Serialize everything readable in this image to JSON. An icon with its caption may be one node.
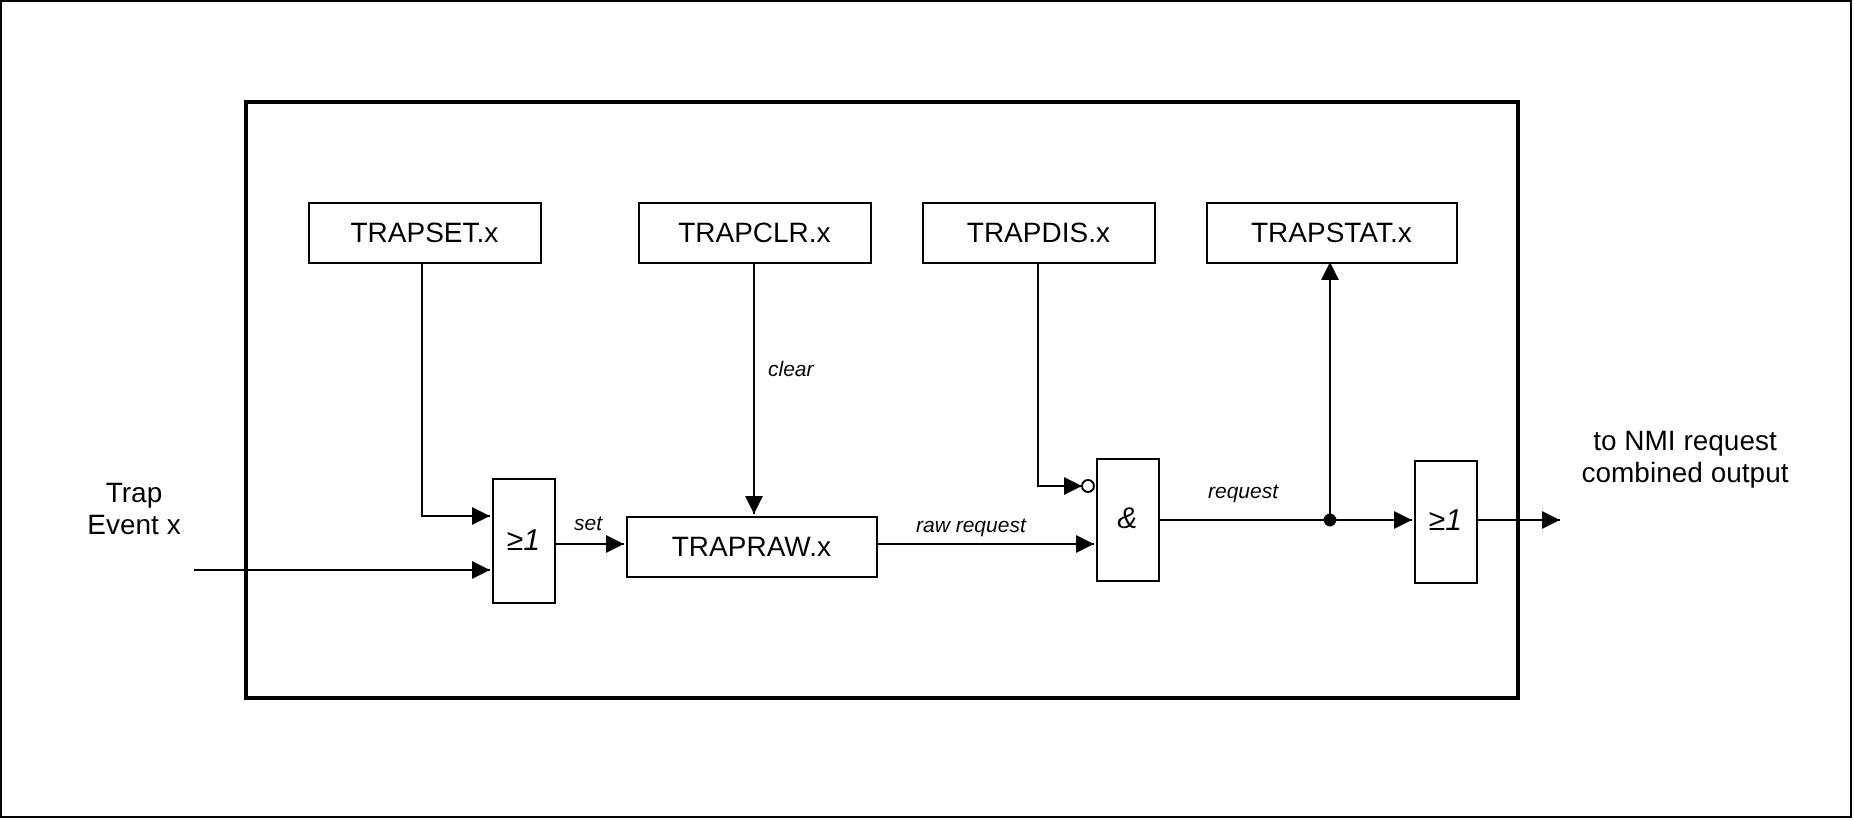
{
  "diagram": {
    "nodes": [
      {
        "text": [],
        "shape": "box"
      },
      {
        "text": [
          "TRAPSET.x"
        ],
        "in": 0
      },
      {
        "text": [
          "TRAPCLR.x"
        ],
        "in": 0
      },
      {
        "text": [
          "TRAPDIS.x"
        ],
        "in": 0
      },
      {
        "text": [
          "TRAPSTAT.x"
        ],
        "in": 0
      },
      {
        "text": [
          "≥*1*"
        ],
        "in": 0
      },
      {
        "text": [
          "TRAPRAW.x"
        ],
        "in": 0
      },
      {
        "text": [
          "*&*"
        ],
        "in": 0
      },
      {
        "text": [
          "≥*1*"
        ],
        "in": 0
      },
      {
        "text": [
          "Trap Event x"
        ]
      },
      {
        "text": [
          "to NMI request combined output"
        ]
      }
    ],
    "edges": [
      {
        "from": 1,
        "to": 5,
        "arrow": "to"
      },
      {
        "from": 9,
        "to": 5,
        "arrow": "to"
      },
      {
        "from": 5,
        "to": 6,
        "label": "set",
        "arrow": "to"
      },
      {
        "from": 2,
        "to": 6,
        "label": "clear",
        "arrow": "to"
      },
      {
        "from": 6,
        "to": 7,
        "label": "raw request",
        "arrow": "to"
      },
      {
        "from": 3,
        "to": 7,
        "arrow": "to"
      },
      {
        "from": 7,
        "to": 8,
        "label": "request",
        "arrow": "to"
      },
      {
        "from": 7,
        "to": 4,
        "arrow": "to"
      },
      {
        "from": 8,
        "to": 10,
        "arrow": "to"
      }
    ]
  }
}
